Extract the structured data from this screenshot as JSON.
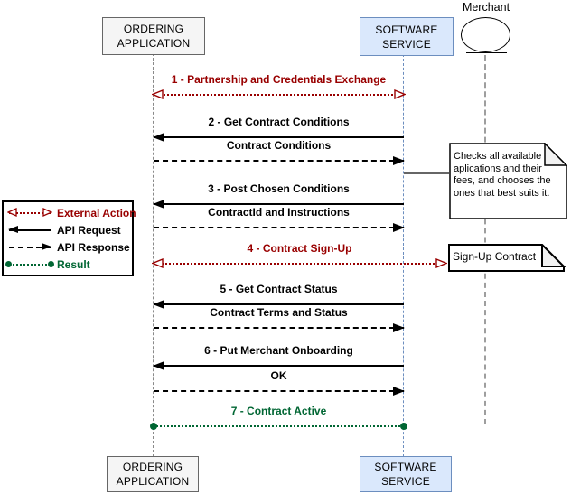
{
  "actors": {
    "ordering": "ORDERING APPLICATION",
    "software": "SOFTWARE SERVICE",
    "merchant": "Merchant"
  },
  "messages": [
    {
      "label": "1 - Partnership and Credentials Exchange",
      "type": "external"
    },
    {
      "label": "2 - Get Contract Conditions",
      "type": "request"
    },
    {
      "label": "Contract Conditions",
      "type": "response"
    },
    {
      "label": "3 - Post Chosen Conditions",
      "type": "request"
    },
    {
      "label": "ContractId and Instructions",
      "type": "response"
    },
    {
      "label": "4 - Contract Sign-Up",
      "type": "external"
    },
    {
      "label": "5 - Get Contract Status",
      "type": "request"
    },
    {
      "label": "Contract Terms and Status",
      "type": "response"
    },
    {
      "label": "6 - Put Merchant Onboarding",
      "type": "request"
    },
    {
      "label": "OK",
      "type": "response"
    },
    {
      "label": "7 - Contract Active",
      "type": "result"
    }
  ],
  "notes": [
    {
      "text": "Checks all available aplications and their fees, and chooses the ones that best suits it."
    },
    {
      "text": "Sign-Up Contract"
    }
  ],
  "legend": {
    "items": [
      {
        "label": "External Action",
        "type": "external"
      },
      {
        "label": "API Request",
        "type": "request"
      },
      {
        "label": "API Response",
        "type": "response"
      },
      {
        "label": "Result",
        "type": "result"
      }
    ]
  },
  "colors": {
    "external_red": "#990000",
    "result_green": "#006633",
    "request_black": "#000000",
    "service_fill": "#dae8fc",
    "service_border": "#6c8ebf",
    "app_fill": "#f5f5f5",
    "app_border": "#666666"
  }
}
